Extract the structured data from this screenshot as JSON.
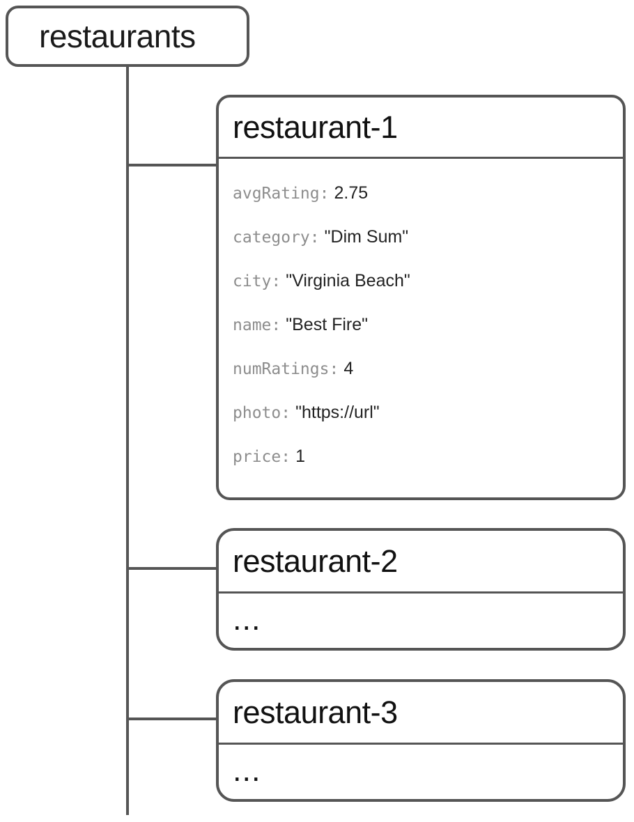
{
  "diagram": {
    "type": "firestore-data-model-tree",
    "root": {
      "label": "restaurants",
      "kind": "collection"
    },
    "documents": [
      {
        "title": "restaurant-1",
        "fields": [
          {
            "key": "avgRating",
            "colon": ":",
            "value": "2.75"
          },
          {
            "key": "category",
            "colon": ":",
            "value": "\"Dim Sum\""
          },
          {
            "key": "city",
            "colon": ":",
            "value": "\"Virginia Beach\""
          },
          {
            "key": "name",
            "colon": ":",
            "value": "\"Best Fire\""
          },
          {
            "key": "numRatings",
            "colon": ":",
            "value": "4"
          },
          {
            "key": "photo",
            "colon": ":",
            "value": "\"https://url\""
          },
          {
            "key": "price",
            "colon": ":",
            "value": "1"
          }
        ]
      },
      {
        "title": "restaurant-2",
        "body_placeholder": "..."
      },
      {
        "title": "restaurant-3",
        "body_placeholder": "..."
      }
    ]
  },
  "colors": {
    "line": "#555555",
    "card_border": "#555555",
    "key_text": "#8d8d8d",
    "value_text": "#222222",
    "title_text": "#111111",
    "background": "#ffffff"
  }
}
